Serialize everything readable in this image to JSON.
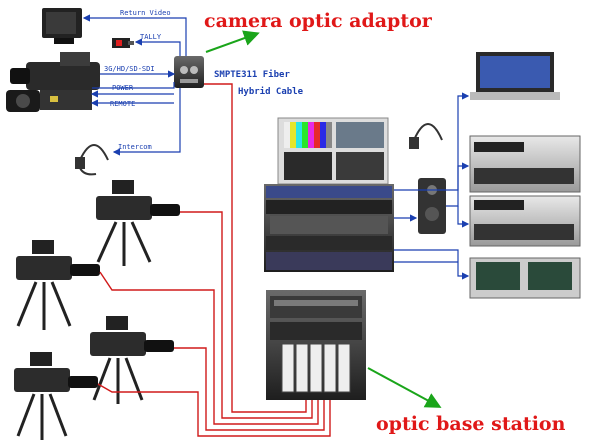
{
  "labels": {
    "return_video": "Return Video",
    "tally": "TALLY",
    "sdi": "3G/HD/SD-SDI",
    "power": "POWER",
    "remote": "REMOTE",
    "intercom": "Intercom",
    "fiber_line1": "SMPTE311 Fiber",
    "fiber_line2": "Hybrid Cable",
    "camera_adaptor": "camera optic adaptor",
    "base_station": "optic base station"
  },
  "colors": {
    "signal_line": "#1a3fb0",
    "fiber_cable": "#d01a1a",
    "callout_arrow": "#1aa51a",
    "title_text": "#e01818"
  }
}
